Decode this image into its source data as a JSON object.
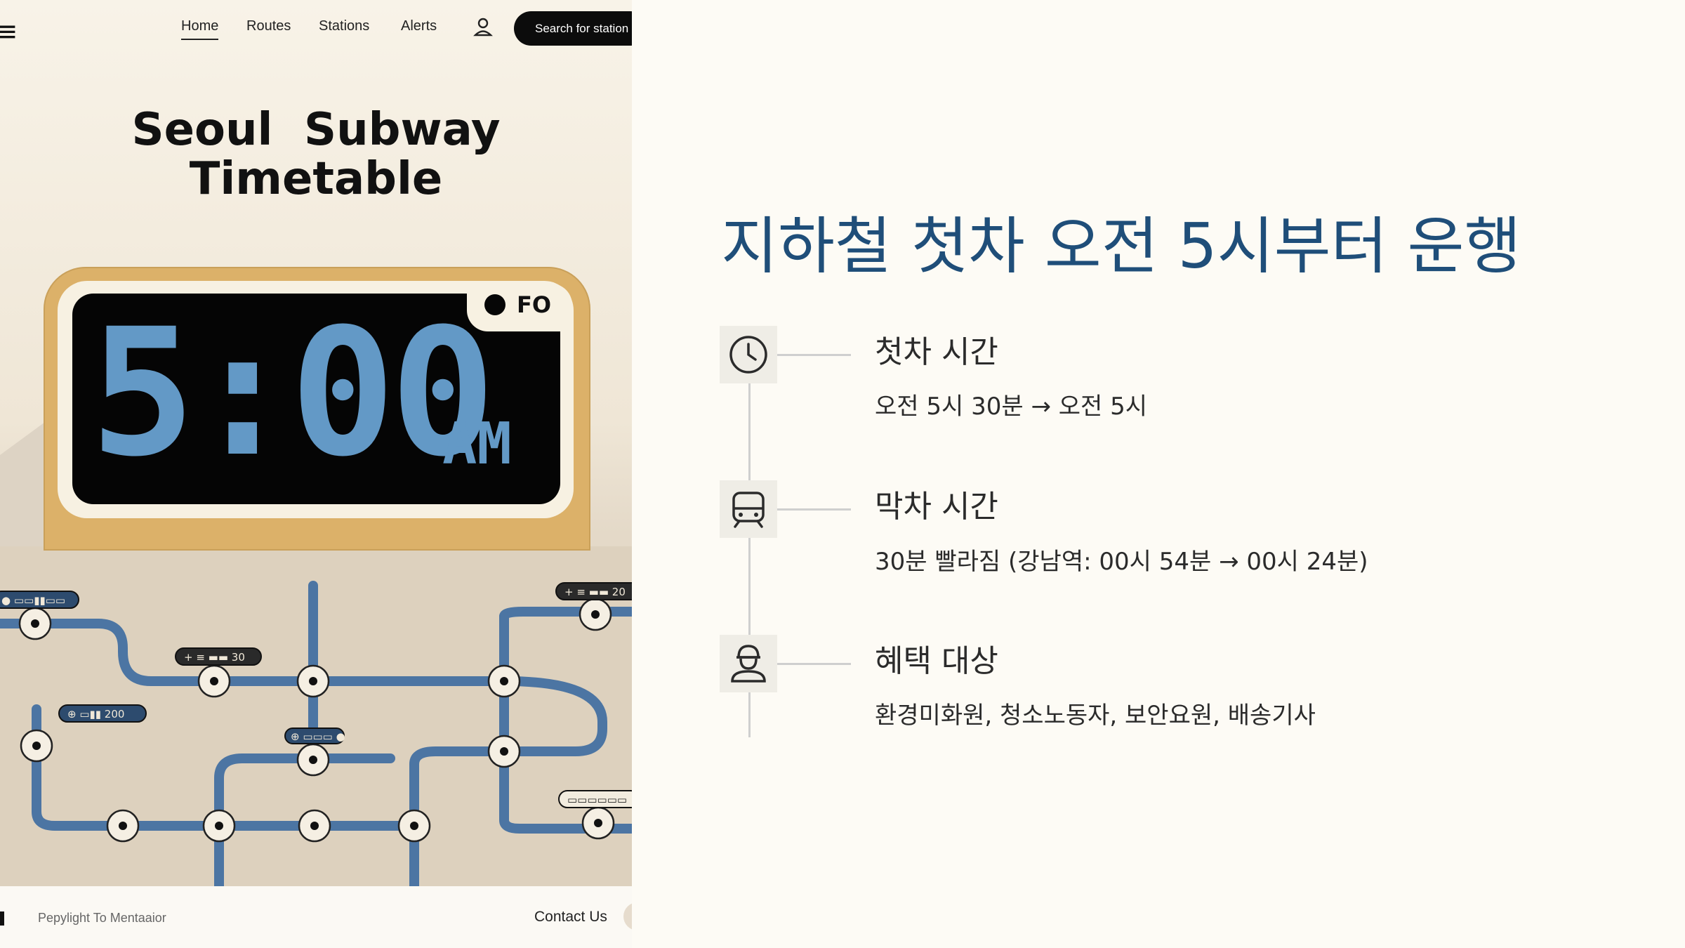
{
  "website": {
    "nav": {
      "logo_glyph": "≡",
      "links": [
        "Home",
        "Routes",
        "Stations",
        "Alerts"
      ],
      "search_label": "Search for station"
    },
    "hero": {
      "title_line1": "Seoul  Subway",
      "title_line2": "Timetable"
    },
    "clock": {
      "time": "5:00",
      "ampm": "AM",
      "tab_label": "FO"
    },
    "map_labels": [
      "● ▭▭▮▮▭▭",
      "+ ≡ ▬▬ 30",
      "⊕ ▭▮▮ 200",
      "⊕ ▭▭▭ ●",
      "+ ≡ ▬▬ 20",
      "▭▭▭▭▭▭"
    ],
    "footer": {
      "copyright": "Pepylight To Mentaaior",
      "contact": "Contact Us"
    },
    "colors": {
      "line": "#4c75a3",
      "clock_body": "#dcb169",
      "digits": "#6399c6"
    }
  },
  "slide": {
    "title": "지하철 첫차 오전 5시부터 운행",
    "title_color": "#1f4e79",
    "items": [
      {
        "icon": "clock-icon",
        "heading": "첫차 시간",
        "text": "오전 5시 30분 → 오전 5시"
      },
      {
        "icon": "train-icon",
        "heading": "막차 시간",
        "text": "30분 빨라짐 (강남역: 00시 54분 → 00시 24분)"
      },
      {
        "icon": "worker-icon",
        "heading": "혜택 대상",
        "text": "환경미화원, 청소노동자, 보안요원, 배송기사"
      }
    ]
  }
}
